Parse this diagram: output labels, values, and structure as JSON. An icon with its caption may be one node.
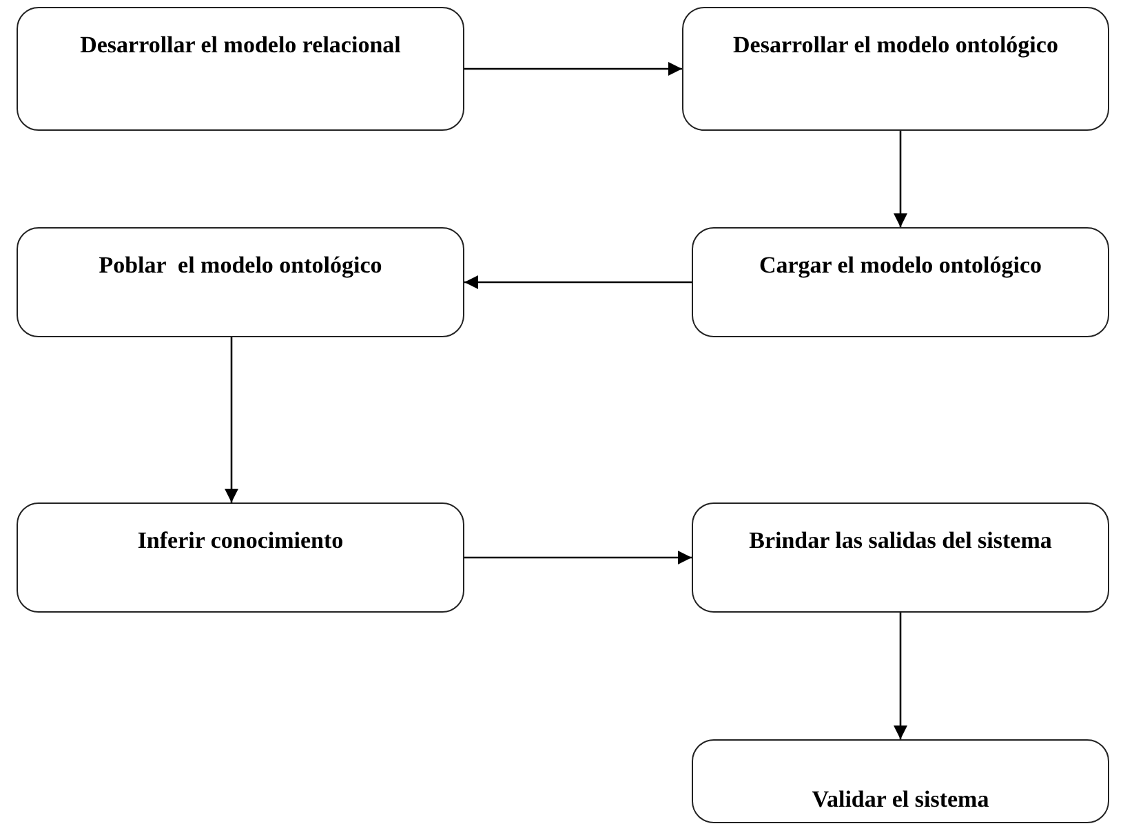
{
  "diagram": {
    "nodes": [
      {
        "text": [
          "Desarrollar el modelo relacional"
        ]
      },
      {
        "text": [
          "Desarrollar el modelo ontológico"
        ]
      },
      {
        "text": [
          "Poblar  el modelo ontológico"
        ]
      },
      {
        "text": [
          "Cargar el modelo ontológico"
        ]
      },
      {
        "text": [
          "Inferir conocimiento"
        ]
      },
      {
        "text": [
          "Brindar las salidas del sistema"
        ]
      },
      {
        "text": [
          "Validar el sistema"
        ]
      }
    ],
    "edges": [
      {
        "from": 0,
        "to": 1,
        "arrow": "to"
      },
      {
        "from": 1,
        "to": 3,
        "arrow": "to"
      },
      {
        "from": 3,
        "to": 2,
        "arrow": "to"
      },
      {
        "from": 2,
        "to": 4,
        "arrow": "to"
      },
      {
        "from": 4,
        "to": 5,
        "arrow": "to"
      },
      {
        "from": 5,
        "to": 6,
        "arrow": "to"
      }
    ]
  }
}
